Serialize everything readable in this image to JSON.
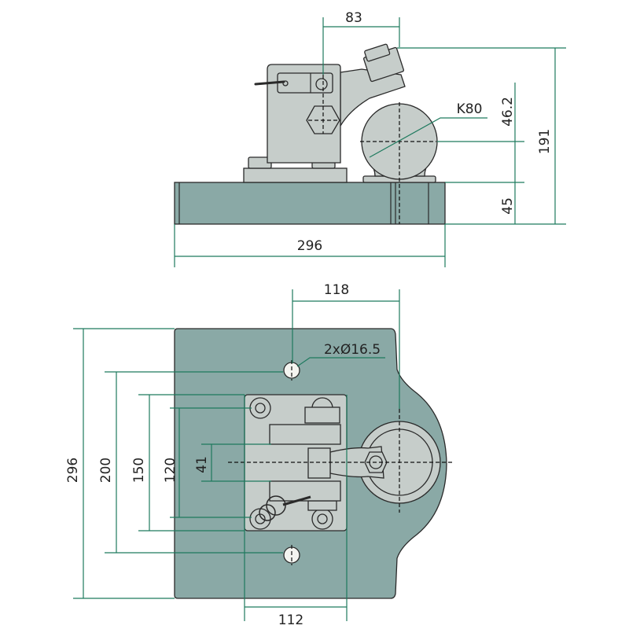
{
  "side_view": {
    "dim_83": "83",
    "dim_191": "191",
    "dim_46_2": "46.2",
    "dim_45": "45",
    "ball_label": "K80",
    "dim_width": "296"
  },
  "top_view": {
    "dim_118": "118",
    "hole_label": "2xØ16.5",
    "dim_296": "296",
    "dim_200": "200",
    "dim_150": "150",
    "dim_120": "120",
    "dim_41": "41",
    "dim_112": "112"
  },
  "colors": {
    "plate": "#8aa9a6",
    "parts": "#c6cdca",
    "dimension_lines": "#1e7a5e"
  }
}
